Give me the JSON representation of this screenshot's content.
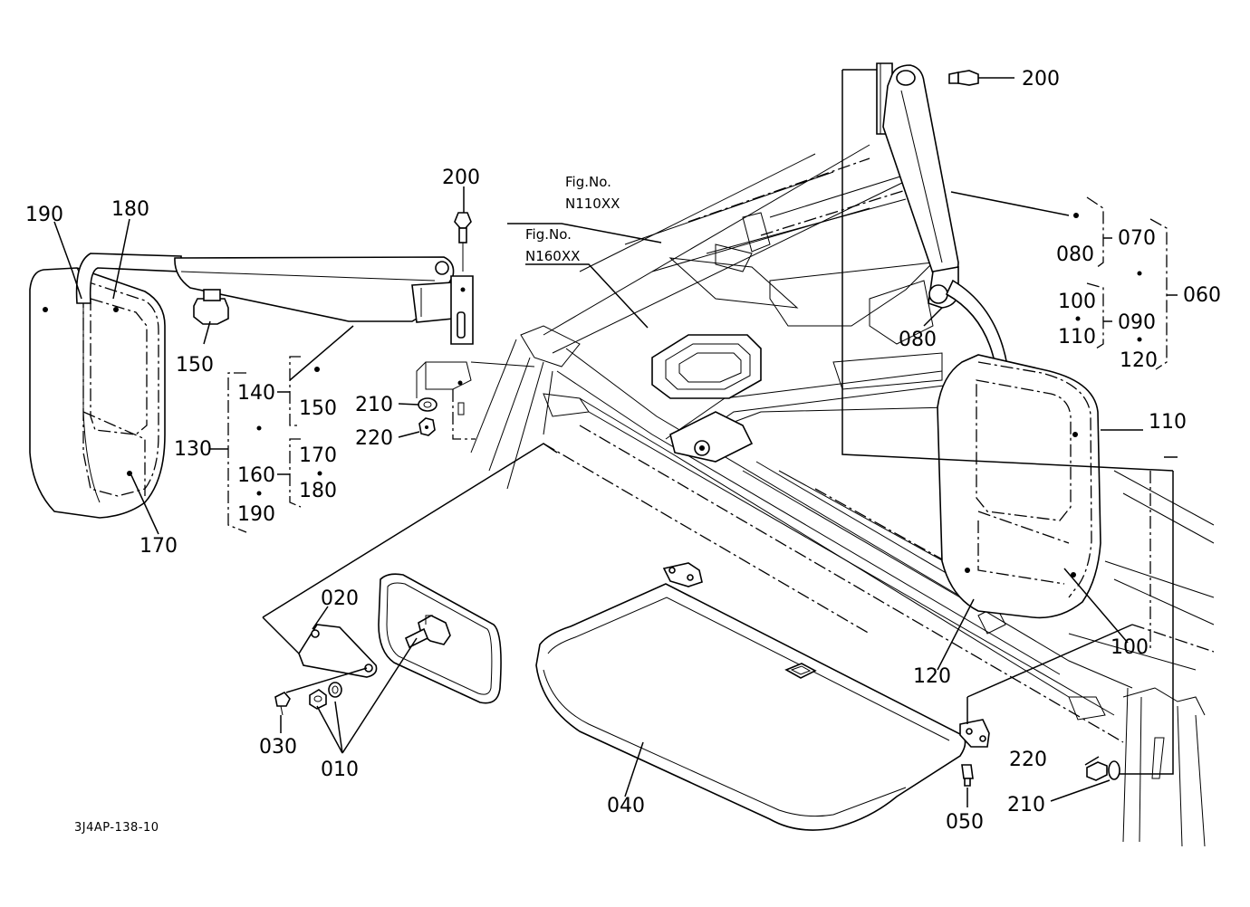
{
  "drawing": {
    "code": "3J4AP-138-10",
    "figure_refs": [
      {
        "top": "Fig.No.",
        "bottom": "N110XX"
      },
      {
        "top": "Fig.No.",
        "bottom": "N160XX"
      }
    ],
    "callouts": {
      "p010": "010",
      "p020": "020",
      "p030": "030",
      "p040": "040",
      "p050": "050",
      "p060": "060",
      "p070": "070",
      "p080_top": "080",
      "p080_right": "080",
      "p090": "090",
      "p100_group": "100",
      "p100_right": "100",
      "p110_group": "110",
      "p110_right": "110",
      "p120_group": "120",
      "p120_right": "120",
      "p130": "130",
      "p140": "140",
      "p150_left": "150",
      "p150_group": "150",
      "p160": "160",
      "p170_left": "170",
      "p170_group": "170",
      "p180_left": "180",
      "p180_group": "180",
      "p190_left": "190",
      "p190_group": "190",
      "p200_left": "200",
      "p200_right": "200",
      "p210_left": "210",
      "p210_right": "210",
      "p220_left": "220",
      "p220_right": "220"
    }
  }
}
